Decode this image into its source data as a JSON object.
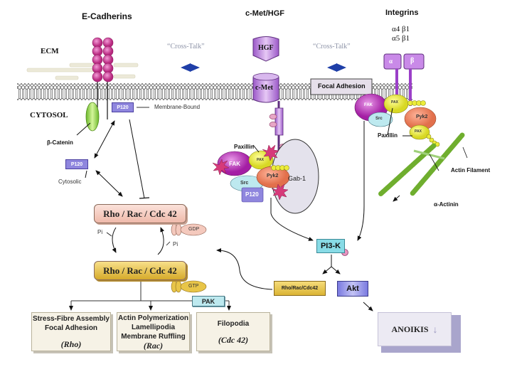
{
  "headers": {
    "e_cadherins": "E-Cadherins",
    "cmet_hgf": "c-Met/HGF",
    "integrins": "Integrins"
  },
  "integrin_types": [
    "α4 β1",
    "α5 β1"
  ],
  "regions": {
    "ecm": "ECM",
    "cytosol": "CYTOSOL"
  },
  "cross_talk": [
    "“Cross-Talk”",
    "“Cross-Talk”"
  ],
  "receptors": {
    "hgf": "HGF",
    "cmet": "c-Met",
    "alpha": "α",
    "beta": "β",
    "focal_adhesion": "Focal Adhesion"
  },
  "cadherin_side": {
    "p120_membrane": "P120",
    "membrane_bound": "Membrane-Bound",
    "beta_catenin": "β-Catenin",
    "p120_cytosolic": "P120",
    "cytosolic": "Cytosolic"
  },
  "cmet_complex": {
    "paxillin": "Paxillin",
    "fak": "FAK",
    "pax": "PAX",
    "src": "Src",
    "pyk2": "Pyk2",
    "p120": "P120",
    "gab1": "Gab-1",
    "phospho": "P"
  },
  "integrin_complex": {
    "fak": "FAK",
    "pax_top": "PAX",
    "src": "Src",
    "pyk2": "Pyk2",
    "pax_low": "PAX",
    "paxillin": "Paxillin",
    "actin_filament": "Actin Filament",
    "alpha_actinin": "α-Actinin"
  },
  "gtpase": {
    "inactive": "Rho / Rac / Cdc 42",
    "active": "Rho / Rac / Cdc 42",
    "gdp": "GDP",
    "gtp": "GTP",
    "pi_left": "Pi",
    "pi_right": "Pi",
    "pak": "PAK"
  },
  "signaling": {
    "pi3k": "PI3-K",
    "rho_rac_cdc42": "Rho/Rac/Cdc42",
    "akt": "Akt",
    "anoikis": "ANOIKIS",
    "anoikis_arrow": "↓"
  },
  "outcomes": [
    {
      "lines": [
        "Stress-Fibre Assembly",
        "Focal Adhesion"
      ],
      "effector": "(Rho)"
    },
    {
      "lines": [
        "Actin Polymerization",
        "Lamellipodia",
        "Membrane Ruffling"
      ],
      "effector": "(Rac)"
    },
    {
      "lines": [
        "Filopodia"
      ],
      "effector": "(Cdc 42)"
    }
  ],
  "colors": {
    "cadherin": "#c83a9a",
    "membrane": "#555555",
    "receptor": "#b27ed6",
    "fak": "#b52fb5",
    "pax": "#ecec3a",
    "src": "#bde9ef",
    "pyk2": "#ef8c6a",
    "p120": "#8f86de",
    "gab1": "#e4e2ec",
    "phospho": "#d63a7a",
    "catenin": "#8bd23a",
    "actin": "#6fae2e",
    "rho_inactive": "#f4c9bd",
    "rho_active": "#e8c548",
    "pi3k": "#88dbe6",
    "akt": "#8e8ee6",
    "anoikis": "#e8e6f2",
    "arrow_blue": "#1f3fa8"
  }
}
